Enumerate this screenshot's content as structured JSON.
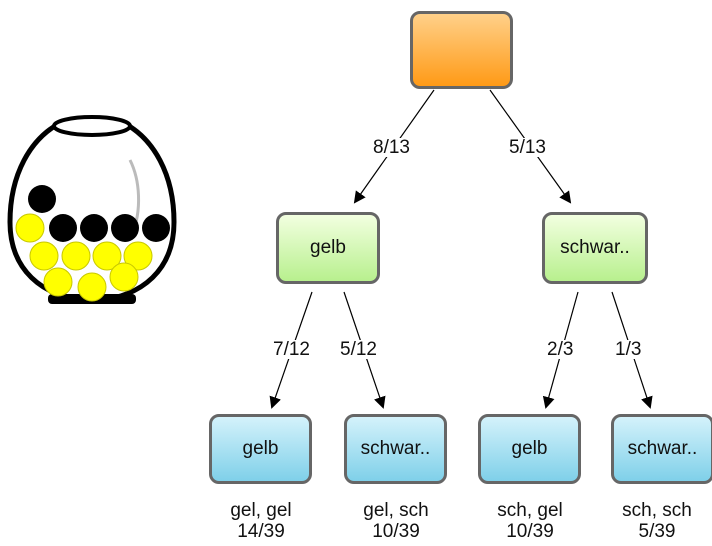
{
  "colors": {
    "root_fill": "#ff9a16",
    "level1_fill": "#b8f08e",
    "level2_fill": "#7fd0e9",
    "border": "#666666",
    "ball_yellow": "#ffff00",
    "ball_black": "#000000"
  },
  "jar": {
    "balls_yellow": 8,
    "balls_black": 5
  },
  "tree": {
    "root": {
      "label": ""
    },
    "level1": [
      {
        "label": "gelb",
        "probability": "8/13"
      },
      {
        "label": "schwar..",
        "probability": "5/13"
      }
    ],
    "level2": [
      {
        "label": "gelb",
        "probability": "7/12",
        "outcome": "gel, gel",
        "outcome_probability": "14/39"
      },
      {
        "label": "schwar..",
        "probability": "5/12",
        "outcome": "gel, sch",
        "outcome_probability": "10/39"
      },
      {
        "label": "gelb",
        "probability": "2/3",
        "outcome": "sch, gel",
        "outcome_probability": "10/39"
      },
      {
        "label": "schwar..",
        "probability": "1/3",
        "outcome": "sch, sch",
        "outcome_probability": "5/39"
      }
    ]
  }
}
